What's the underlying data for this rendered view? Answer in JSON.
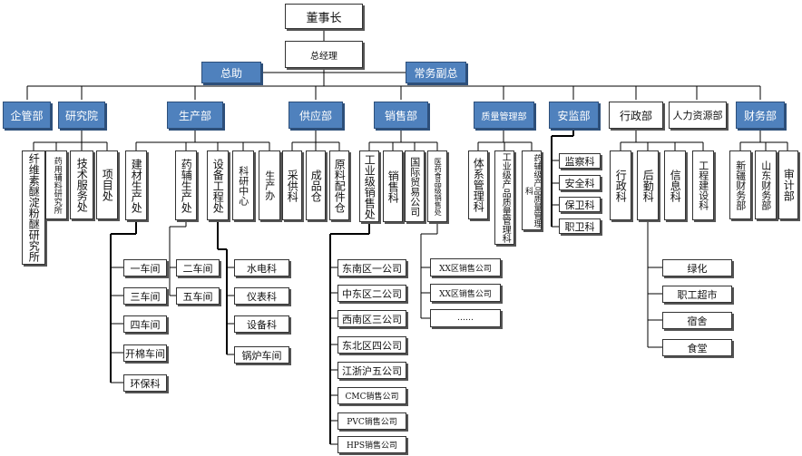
{
  "org": {
    "chairman": "董事长",
    "gm": "总经理",
    "assistant": "总助",
    "deputy": "常务副总",
    "depts": {
      "qiguan": "企管部",
      "yanjiu": "研究院",
      "shengchan": "生产部",
      "gongying": "供应部",
      "xiaoshou": "销售部",
      "zhiliang": "质量管理部",
      "anjian": "安监部",
      "xingzheng": "行政部",
      "renli": "人力资源部",
      "caiwu": "财务部"
    },
    "yanjiu_sub": [
      "纤维素醚淀粉醚研究所",
      "药用辅料研究所",
      "技术服务处",
      "项目处"
    ],
    "shengchan_sub": [
      "建材生产处",
      "药辅生产处",
      "设备工程处",
      "科研中心",
      "生产办"
    ],
    "jiancai_workshops": [
      "一车间",
      "三车间",
      "四车间",
      "开棉车间",
      "环保科"
    ],
    "yaofu_workshops": [
      "二车间",
      "五车间"
    ],
    "shebei_units": [
      "水电科",
      "仪表科",
      "设备科",
      "锅炉车间"
    ],
    "gongying_sub": [
      "采供科",
      "成品仓",
      "原料配件仓"
    ],
    "xiaoshou_sub": [
      "工业级销售处",
      "销售科",
      "国际贸易公司",
      "医药食品级销售处"
    ],
    "industrial_companies": [
      "东南区一公司",
      "中东区二公司",
      "西南区三公司",
      "东北区四公司",
      "江浙沪五公司",
      "CMC销售公司",
      "PVC销售公司",
      "HPS销售公司"
    ],
    "pharma_companies": [
      "XX区销售公司",
      "XX区销售公司",
      "……"
    ],
    "zhiliang_sub": [
      "体系管理科",
      "工业级产品质量管理科",
      "药辅级产品质量管理科"
    ],
    "anjian_sub": [
      "监察科",
      "安全科",
      "保卫科",
      "职卫科"
    ],
    "xingzheng_sub": [
      "行政科",
      "后勤科",
      "信息科",
      "工程建设科"
    ],
    "houqin_sub": [
      "绿化",
      "职工超市",
      "宿舍",
      "食堂"
    ],
    "caiwu_sub": [
      "新疆财务部",
      "山东财务部",
      "审计部"
    ]
  }
}
